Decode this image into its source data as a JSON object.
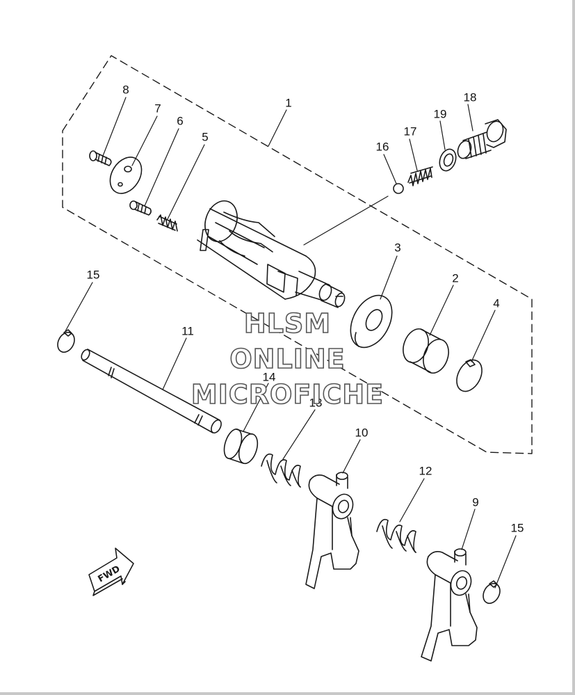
{
  "callouts": {
    "p1": "1",
    "p2": "2",
    "p3": "3",
    "p4": "4",
    "p5": "5",
    "p6": "6",
    "p7": "7",
    "p8": "8",
    "p9": "9",
    "p10": "10",
    "p11": "11",
    "p12": "12",
    "p13": "13",
    "p14": "14",
    "p15a": "15",
    "p15b": "15",
    "p16": "16",
    "p17": "17",
    "p18": "18",
    "p19": "19"
  },
  "watermark": {
    "line1": "HLSM",
    "line2": "ONLINE",
    "line3": "MICROFICHE"
  },
  "fwd_arrow": {
    "label": "FWD"
  },
  "colors": {
    "ink": "#1a1a1a",
    "paper": "#ffffff",
    "watermark_outline": "#555555"
  }
}
